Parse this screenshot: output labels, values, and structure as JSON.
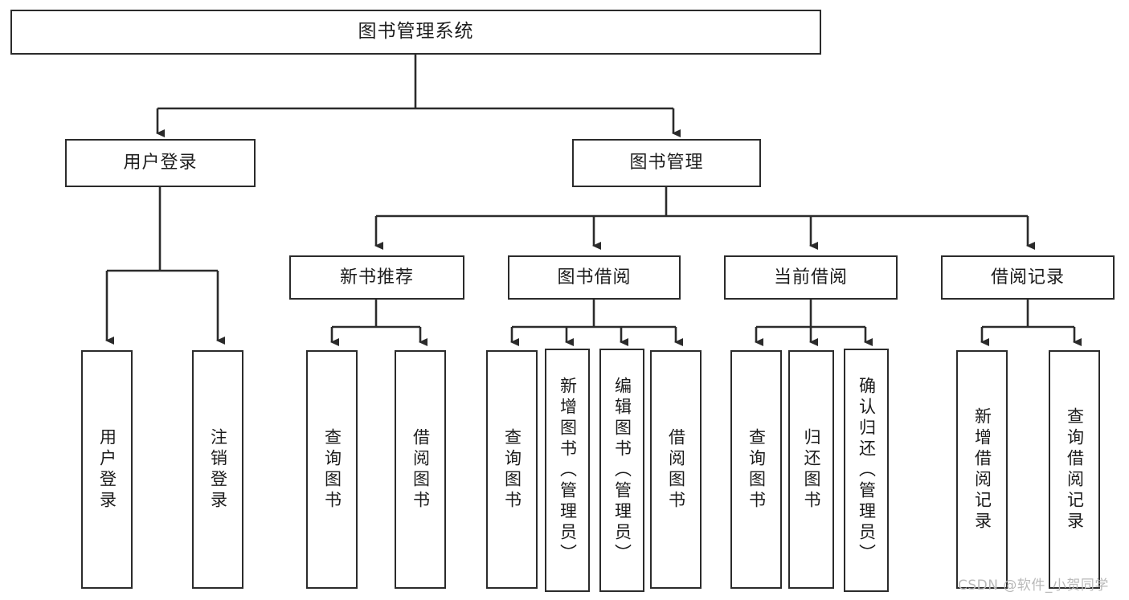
{
  "diagram": {
    "title": "图书管理系统",
    "type": "tree-hierarchy",
    "root": {
      "label": "图书管理系统"
    },
    "level2": [
      {
        "label": "用户登录"
      },
      {
        "label": "图书管理"
      }
    ],
    "level3": [
      {
        "label": "新书推荐"
      },
      {
        "label": "图书借阅"
      },
      {
        "label": "当前借阅"
      },
      {
        "label": "借阅记录"
      }
    ],
    "leaves_user_login": [
      {
        "label": "用户登录"
      },
      {
        "label": "注销登录"
      }
    ],
    "leaves_new_book": [
      {
        "label": "查询图书"
      },
      {
        "label": "借阅图书"
      }
    ],
    "leaves_borrow": [
      {
        "label": "查询图书"
      },
      {
        "label": "新增图书（管理员）"
      },
      {
        "label": "编辑图书（管理员）"
      },
      {
        "label": "借阅图书"
      }
    ],
    "leaves_current": [
      {
        "label": "查询图书"
      },
      {
        "label": "归还图书"
      },
      {
        "label": "确认归还（管理员）"
      }
    ],
    "leaves_records": [
      {
        "label": "新增借阅记录"
      },
      {
        "label": "查询借阅记录"
      }
    ]
  },
  "watermark": {
    "text": "CSDN @软件_小贺同学"
  },
  "colors": {
    "background": "#ffffff",
    "box_border": "#2b2b2b",
    "box_fill": "#ffffff",
    "edge": "#2b2b2b",
    "text": "#1c1c1c",
    "watermark": "#b9b9b9"
  }
}
